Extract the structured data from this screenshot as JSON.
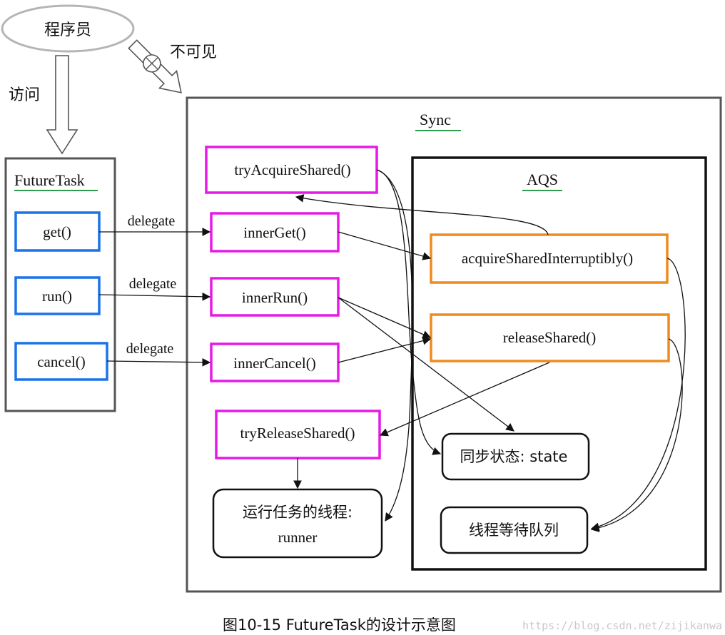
{
  "programmer": "程序员",
  "access_label": "访问",
  "invisible_label": "不可见",
  "futuretask": {
    "title": "FutureTask",
    "methods": [
      "get()",
      "run()",
      "cancel()"
    ]
  },
  "delegate_labels": [
    "delegate",
    "delegate",
    "delegate"
  ],
  "sync": {
    "title": "Sync",
    "methods": [
      "tryAcquireShared()",
      "innerGet()",
      "innerRun()",
      "innerCancel()",
      "tryReleaseShared()"
    ],
    "runner": {
      "line1": "运行任务的线程:",
      "line2": "runner"
    }
  },
  "aqs": {
    "title": "AQS",
    "methods": [
      "acquireSharedInterruptibly()",
      "releaseShared()"
    ],
    "state": "同步状态: state",
    "queue": "线程等待队列"
  },
  "caption": "图10-15  FutureTask的设计示意图",
  "watermark": "https://blog.csdn.net/zijikanwa",
  "colors": {
    "blue": "#1a73e8",
    "magenta": "#e619e6",
    "orange": "#f08a1c",
    "green_underline": "#2e9c4e",
    "frame": "#444444"
  }
}
